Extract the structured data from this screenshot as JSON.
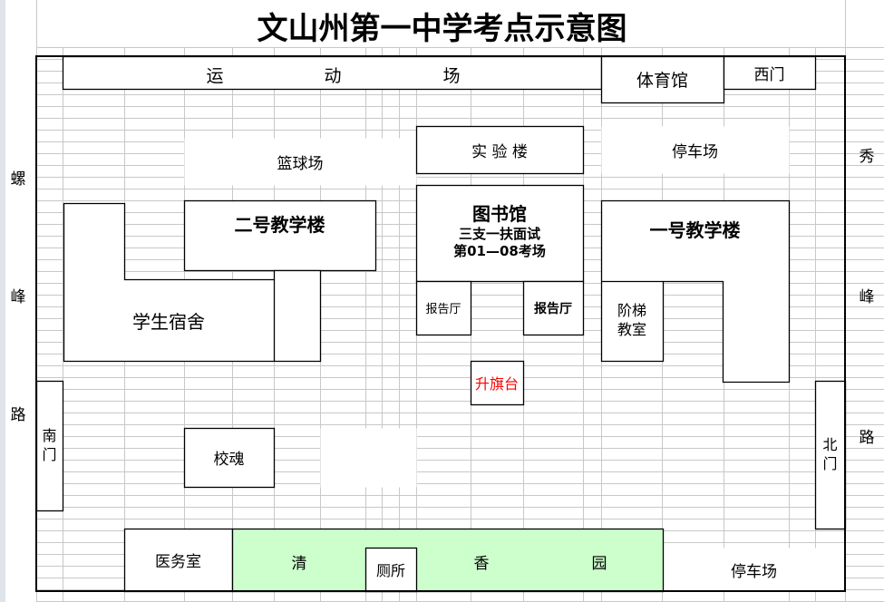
{
  "title": "文山州第一中学考点示意图",
  "roads": {
    "left": [
      "螺",
      "峰",
      "路"
    ],
    "right": [
      "秀",
      "峰",
      "路"
    ]
  },
  "places": {
    "sports_field": [
      "运",
      "动",
      "场"
    ],
    "gym": "体育馆",
    "west_gate": "西门",
    "basketball_court": "篮球场",
    "lab_building": "实 验 楼",
    "parking_top": "停车场",
    "building_2": "二号教学楼",
    "library": {
      "name": "图书馆",
      "line1": "三支一扶面试",
      "line2": "第01—08考场"
    },
    "building_1": "一号教学楼",
    "dormitory": "学生宿舍",
    "hall_left": "报告厅",
    "hall_right": "报告厅",
    "lecture_hall": [
      "阶梯",
      "教室"
    ],
    "flag_platform": "升旗台",
    "south_gate": [
      "南",
      "门"
    ],
    "north_gate": [
      "北",
      "门"
    ],
    "school_spirit": "校魂",
    "clinic": "医务室",
    "garden": [
      "清",
      "香",
      "园"
    ],
    "toilet": "厕所",
    "parking_bottom": "停车场"
  },
  "colors": {
    "garden": "#ccffcc",
    "flag": "#ff0000",
    "grid": "#c8c8c8"
  }
}
